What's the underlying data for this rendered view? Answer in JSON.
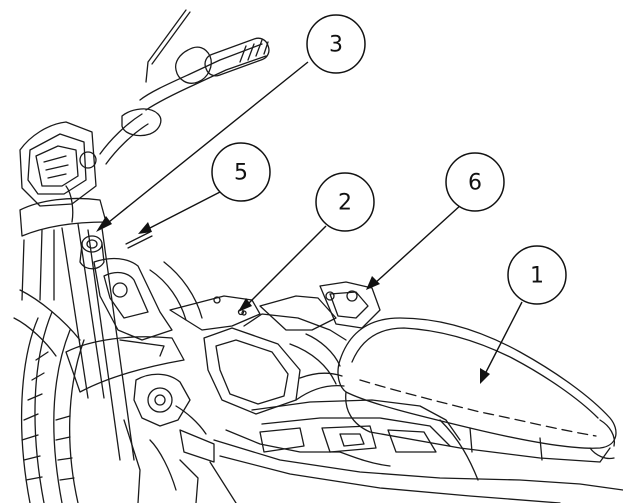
{
  "diagram": {
    "type": "exploded-parts-illustration",
    "subject": "motorcycle-seat-and-tank-area",
    "line_color": "#1a1a1a",
    "background_color": "#ffffff",
    "callouts": [
      {
        "id": "callout-1",
        "label": "1"
      },
      {
        "id": "callout-2",
        "label": "2"
      },
      {
        "id": "callout-3",
        "label": "3"
      },
      {
        "id": "callout-5",
        "label": "5"
      },
      {
        "id": "callout-6",
        "label": "6"
      }
    ]
  }
}
